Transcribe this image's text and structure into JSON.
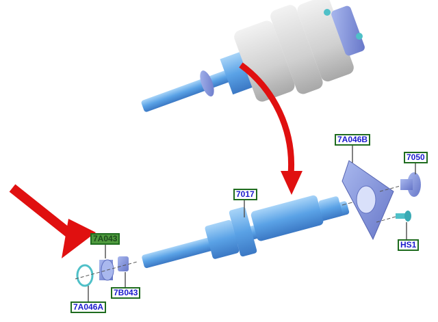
{
  "labels": {
    "shaft": "7017",
    "bearing_housing": "7A046B",
    "flange": "7050",
    "bolt": "HS1",
    "bearing": "7A043",
    "spacer": "7B043",
    "snap_ring": "7A046A"
  },
  "colors": {
    "part_blue": "#6aaee8",
    "gear_gray": "#d8d8d8",
    "arrow_red": "#e01010",
    "label_border": "#1e6b1e",
    "label_text": "#1a1acc",
    "highlight": "#4f9a3e"
  }
}
